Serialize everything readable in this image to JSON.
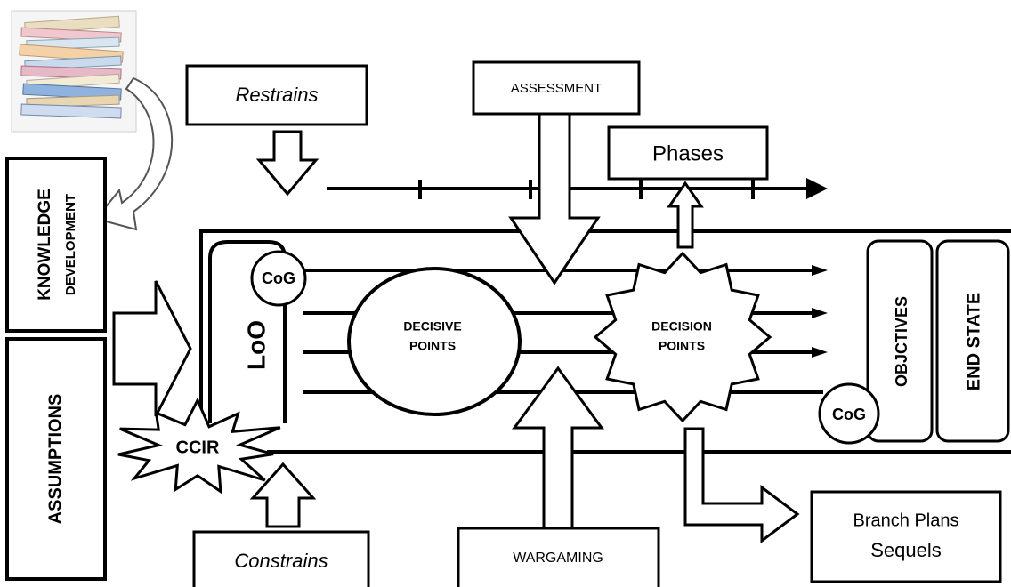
{
  "labels": {
    "restrains": "Restrains",
    "assessment": "ASSESSMENT",
    "phases": "Phases",
    "knowledge": "KNOWLEDGE",
    "development": "DEVELOPMENT",
    "assumptions": "ASSUMPTIONS",
    "loo": "LoO",
    "cog_left": "CoG",
    "cog_right": "CoG",
    "decisive_line1": "DECISIVE",
    "decisive_line2": "POINTS",
    "decision_line1": "DECISION",
    "decision_line2": "POINTS",
    "objectives": "OBJCTIVES",
    "end_state": "END STATE",
    "ccir": "CCIR",
    "constrains": "Constrains",
    "wargaming": "WARGAMING",
    "branch_plans": "Branch Plans",
    "sequels": "Sequels"
  }
}
